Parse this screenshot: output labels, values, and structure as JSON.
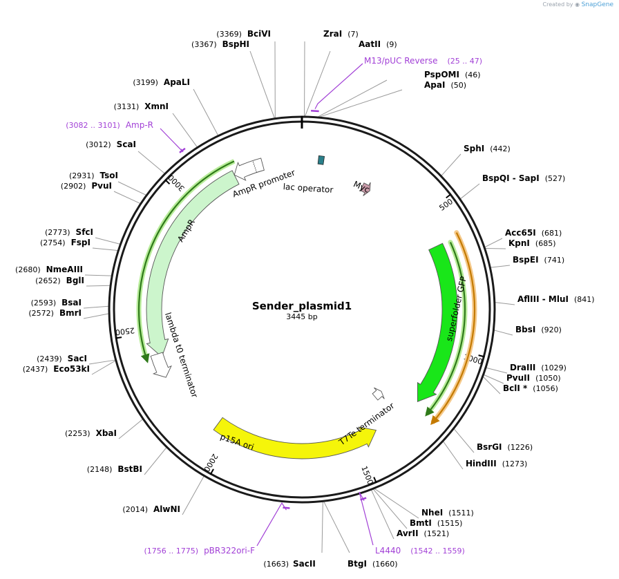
{
  "app": {
    "watermark_text": "Created by",
    "watermark_brand": "SnapGene"
  },
  "plasmid": {
    "name": "Sender_plasmid1",
    "length_label": "3445 bp",
    "length": 3445
  },
  "ticks": [
    {
      "pos": 500,
      "label": "500"
    },
    {
      "pos": 1000,
      "label": "1000"
    },
    {
      "pos": 1500,
      "label": "1500"
    },
    {
      "pos": 2000,
      "label": "2000"
    },
    {
      "pos": 2500,
      "label": "2500"
    },
    {
      "pos": 3000,
      "label": "3000"
    }
  ],
  "features": [
    {
      "name": "superfolder GFP",
      "start": 620,
      "end": 1230,
      "color": "#19e619",
      "direction": "forward",
      "label_pos": "inside"
    },
    {
      "name": "p15A ori",
      "start": 1420,
      "end": 2070,
      "color": "#f5f50a",
      "direction": "reverse",
      "label_pos": "inside"
    },
    {
      "name": "AmpR",
      "start": 2405,
      "end": 3190,
      "color": "#ccf5cc",
      "direction": "reverse",
      "label_pos": "inside"
    },
    {
      "name": "AmpR promoter",
      "start": 3190,
      "end": 3300,
      "color": "#ffffff",
      "direction": "reverse",
      "label_pos": "outside"
    },
    {
      "name": "lac operator",
      "start": 60,
      "end": 80,
      "color": "#2a7f8a",
      "direction": "none",
      "label_pos": "outside"
    },
    {
      "name": "Myc",
      "start": 250,
      "end": 285,
      "color": "#c89aa8",
      "direction": "forward",
      "label_pos": "outside"
    },
    {
      "name": "lambda t0 terminator",
      "start": 2330,
      "end": 2420,
      "color": "#ffffff",
      "direction": "reverse",
      "label_pos": "outside"
    },
    {
      "name": "T7Te terminator",
      "start": 1300,
      "end": 1340,
      "color": "#ffffff",
      "direction": "reverse",
      "label_pos": "outside"
    }
  ],
  "enzymes": [
    {
      "name": "BciVI",
      "pos": "(3369)",
      "site": 3369
    },
    {
      "name": "BspHI",
      "pos": "(3367)",
      "site": 3367
    },
    {
      "name": "ZraI",
      "pos": "(7)",
      "site": 7
    },
    {
      "name": "AatII",
      "pos": "(9)",
      "site": 9
    },
    {
      "name": "PspOMI",
      "pos": "(46)",
      "site": 46
    },
    {
      "name": "ApaI",
      "pos": "(50)",
      "site": 50
    },
    {
      "name": "ApaLI",
      "pos": "(3199)",
      "site": 3199
    },
    {
      "name": "XmnI",
      "pos": "(3131)",
      "site": 3131
    },
    {
      "name": "ScaI",
      "pos": "(3012)",
      "site": 3012
    },
    {
      "name": "TsoI",
      "pos": "(2931)",
      "site": 2931
    },
    {
      "name": "PvuI",
      "pos": "(2902)",
      "site": 2902
    },
    {
      "name": "SfcI",
      "pos": "(2773)",
      "site": 2773
    },
    {
      "name": "FspI",
      "pos": "(2754)",
      "site": 2754
    },
    {
      "name": "NmeAIII",
      "pos": "(2680)",
      "site": 2680
    },
    {
      "name": "BglI",
      "pos": "(2652)",
      "site": 2652
    },
    {
      "name": "BsaI",
      "pos": "(2593)",
      "site": 2593
    },
    {
      "name": "BmrI",
      "pos": "(2572)",
      "site": 2572
    },
    {
      "name": "SacI",
      "pos": "(2439)",
      "site": 2439
    },
    {
      "name": "Eco53kI",
      "pos": "(2437)",
      "site": 2437
    },
    {
      "name": "XbaI",
      "pos": "(2253)",
      "site": 2253
    },
    {
      "name": "BstBI",
      "pos": "(2148)",
      "site": 2148
    },
    {
      "name": "AlwNI",
      "pos": "(2014)",
      "site": 2014
    },
    {
      "name": "SacII",
      "pos": "(1663)",
      "site": 1663
    },
    {
      "name": "BtgI",
      "pos": "(1660)",
      "site": 1660
    },
    {
      "name": "SphI",
      "pos": "(442)",
      "site": 442
    },
    {
      "name": "BspQI - SapI",
      "pos": "(527)",
      "site": 527
    },
    {
      "name": "Acc65I",
      "pos": "(681)",
      "site": 681
    },
    {
      "name": "KpnI",
      "pos": "(685)",
      "site": 685
    },
    {
      "name": "BspEI",
      "pos": "(741)",
      "site": 741
    },
    {
      "name": "AflIII - MluI",
      "pos": "(841)",
      "site": 841
    },
    {
      "name": "BbsI",
      "pos": "(920)",
      "site": 920
    },
    {
      "name": "DraIII",
      "pos": "(1029)",
      "site": 1029
    },
    {
      "name": "PvuII",
      "pos": "(1050)",
      "site": 1050
    },
    {
      "name": "BclI *",
      "pos": "(1056)",
      "site": 1056
    },
    {
      "name": "BsrGI",
      "pos": "(1226)",
      "site": 1226
    },
    {
      "name": "HindIII",
      "pos": "(1273)",
      "site": 1273
    },
    {
      "name": "NheI",
      "pos": "(1511)",
      "site": 1511
    },
    {
      "name": "BmtI",
      "pos": "(1515)",
      "site": 1515
    },
    {
      "name": "AvrII",
      "pos": "(1521)",
      "site": 1521
    }
  ],
  "primers": [
    {
      "name": "M13/pUC Reverse",
      "range": "(25 .. 47)",
      "site": 36,
      "start": 25,
      "end": 47
    },
    {
      "name": "Amp-R",
      "range": "(3082 .. 3101)",
      "site": 3091,
      "start": 3082,
      "end": 3101
    },
    {
      "name": "pBR322ori-F",
      "range": "(1756 .. 1775)",
      "site": 1765,
      "start": 1756,
      "end": 1775
    },
    {
      "name": "L4440",
      "range": "(1542 .. 1559)",
      "site": 1550,
      "start": 1542,
      "end": 1559
    }
  ],
  "colors": {
    "backbone": "#1a1a1a",
    "primer": "#a13fd6",
    "forward_strand_bar": "#c47a00",
    "forward_strand_glow": "#f5c98a",
    "reverse_strand_bar": "#2f7a1a",
    "reverse_strand_glow": "#b8ec9a"
  }
}
